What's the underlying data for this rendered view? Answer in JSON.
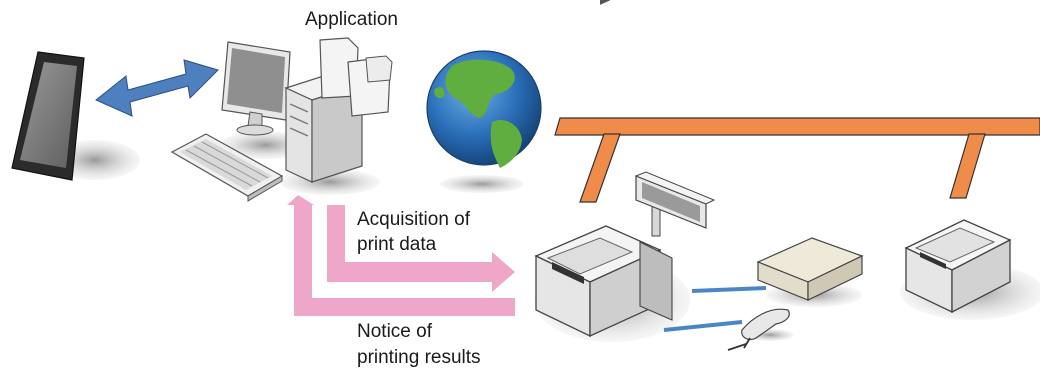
{
  "labels": {
    "application": "Application",
    "acquisition_line1": "Acquisition of",
    "acquisition_line2": "print data",
    "notice_line1": "Notice of",
    "notice_line2": "printing results"
  },
  "colors": {
    "network_line": "#f08c4a",
    "sync_arrow": "#4e7fbf",
    "acquisition_arrow": "#eea7c8",
    "notice_arrow": "#eea7c8",
    "usb_cable": "#4a86c6",
    "shadow": "#b5b5b5"
  },
  "icons": [
    "tablet-icon",
    "desktop-computer-icon",
    "keyboard-icon",
    "document-icon",
    "globe-icon",
    "intelligent-printer-icon",
    "customer-display-icon",
    "cash-drawer-icon",
    "barcode-scanner-icon",
    "receipt-printer-icon"
  ]
}
